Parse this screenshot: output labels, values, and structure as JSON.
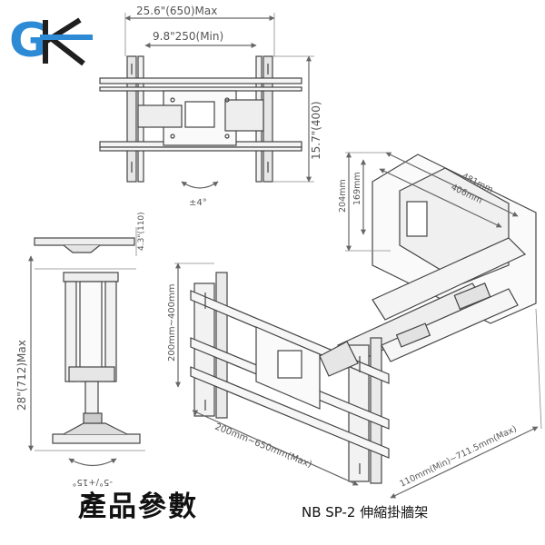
{
  "logo": {
    "text": "GK",
    "colors": [
      "#2d8bd6",
      "#1f1f1f"
    ]
  },
  "top_view": {
    "width_max": "25.6\"(650)Max",
    "width_min": "9.8\"250(Min)",
    "height": "15.7\"(400)",
    "tilt": "±4°"
  },
  "side_view": {
    "depth_small": "4.3\"(110)",
    "extension": "28\"(712)Max",
    "swivel": "-5°/+15°"
  },
  "main_view": {
    "plate_width_1": "481mm",
    "plate_width_2": "406mm",
    "plate_height_1": "204mm",
    "plate_height_2": "169mm",
    "vesa_vertical": "200mm~400mm",
    "vesa_horizontal": "200mm~650mm(Max)",
    "extension_range": "110mm(Min)~711.5mm(Max)"
  },
  "footer": {
    "title": "產品參數",
    "model": "NB SP-2 伸縮掛牆架"
  }
}
